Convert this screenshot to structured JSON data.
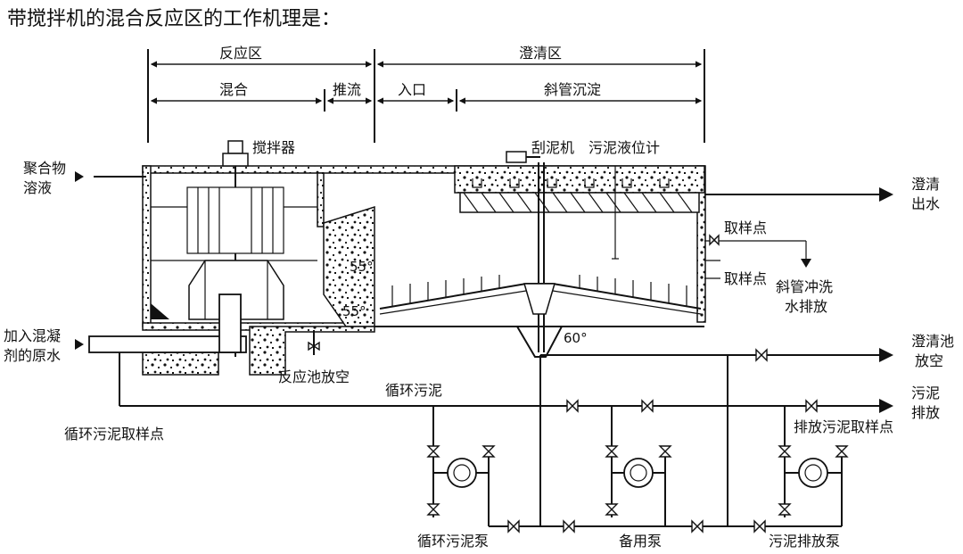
{
  "title": "带搅拌机的混合反应区的工作机理是：",
  "zones": {
    "reaction": "反应区",
    "clarify": "澄清区",
    "mix": "混合",
    "push": "推流",
    "inlet": "入口",
    "tube": "斜管沉淀"
  },
  "labels": {
    "polymer": [
      "聚合物",
      "溶液"
    ],
    "agitator": "搅拌器",
    "scraper": "刮泥机",
    "sludge_meter": "污泥液位计",
    "clear_out": [
      "澄清",
      "出水"
    ],
    "sample1": "取样点",
    "sample2": "取样点",
    "tube_flush": [
      "斜管冲洗",
      "水排放"
    ],
    "raw_water": [
      "加入混凝",
      "剂的原水"
    ],
    "reactor_drain": "反应池放空",
    "recirc_sludge": "循环污泥",
    "recirc_sample": "循环污泥取样点",
    "clarifier_drain": [
      "澄清池",
      "放空"
    ],
    "sludge_out": [
      "污泥",
      "排放"
    ],
    "discharge_sample": "排放污泥取样点",
    "pump_recirc": "循环污泥泵",
    "pump_standby": "备用泵",
    "pump_discharge": "污泥排放泵",
    "angle1": "55°",
    "angle2": "55°",
    "angle3": "60°"
  }
}
